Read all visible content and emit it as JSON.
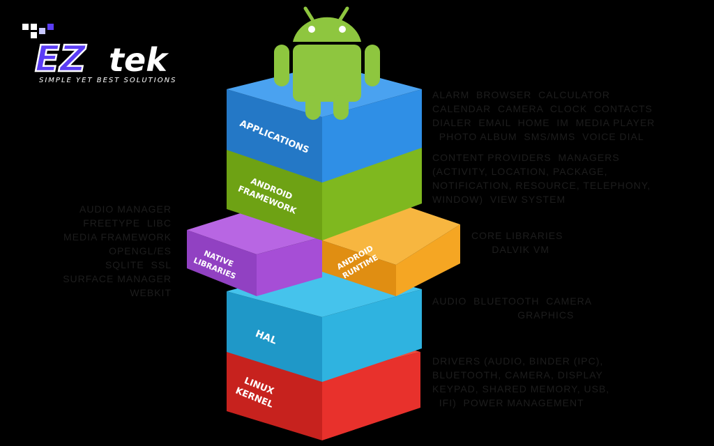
{
  "logo": {
    "text_ez": "EZ",
    "text_tek": "tek",
    "tagline": "SIMPLE YET BEST SOLUTIONS"
  },
  "layers": {
    "applications": "APPLICATIONS",
    "framework_1": "ANDROID",
    "framework_2": "FRAMEWORK",
    "native_1": "NATIVE",
    "native_2": "LIBRARIES",
    "runtime_1": "ANDROID",
    "runtime_2": "RUNTIME",
    "hal": "HAL",
    "kernel_1": "LINUX",
    "kernel_2": "KERNEL"
  },
  "descriptions": {
    "applications": [
      "ALARM  BROWSER  CALCULATOR",
      "CALENDAR  CAMERA  CLOCK  CONTACTS",
      "DIALER  EMAIL  HOME  IM  MEDIA PLAYER",
      "  PHOTO ALBUM  SMS/MMS  VOICE DIAL"
    ],
    "framework": [
      "CONTENT PROVIDERS  MANAGERS",
      "(ACTIVITY, LOCATION, PACKAGE,",
      "NOTIFICATION, RESOURCE, TELEPHONY,",
      "WINDOW)  VIEW SYSTEM"
    ],
    "native": [
      "AUDIO MANAGER",
      "FREETYPE  LIBC",
      "MEDIA FRAMEWORK",
      "OPENGL/ES",
      "SQLITE  SSL",
      "SURFACE MANAGER",
      "WEBKIT"
    ],
    "runtime": [
      "CORE LIBRARIES",
      "      DALVIK VM"
    ],
    "hal": [
      "AUDIO  BLUETOOTH  CAMERA",
      "                         GRAPHICS"
    ],
    "kernel": [
      "DRIVERS (AUDIO, BINDER (IPC),",
      "BLUETOOTH, CAMERA, DISPLAY",
      "KEYPAD, SHARED MEMORY, USB,",
      "  IFI)  POWER MANAGEMENT"
    ]
  },
  "colors": {
    "applications": "#2f8fe6",
    "framework": "#7fb81f",
    "native": "#a64ed6",
    "runtime": "#f5a623",
    "hal": "#2fb3e0",
    "kernel": "#e8312c",
    "android_green": "#8ec63f",
    "logo_purple": "#5b3df5",
    "text": "#1d1d1d"
  }
}
